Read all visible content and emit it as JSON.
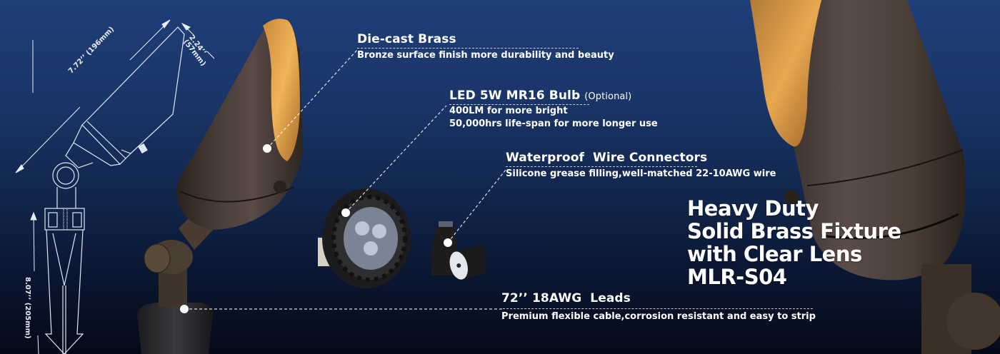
{
  "banner": {
    "headline": {
      "lines": [
        "Heavy Duty",
        "Solid Brass Fixture",
        "with Clear Lens",
        "MLR-S04"
      ]
    },
    "callouts": [
      {
        "title": "Die-cast Brass",
        "subtitle_lines": [
          "Bronze surface finish more durability and beauty"
        ]
      },
      {
        "title": "LED 5W MR16 Bulb",
        "title_suffix": "(Optional)",
        "subtitle_lines": [
          "400LM for more bright",
          "50,000hrs life-span for more longer use"
        ]
      },
      {
        "title": "Waterproof  Wire Connectors",
        "subtitle_lines": [
          "Silicone grease filling,well-matched 22-10AWG wire"
        ]
      },
      {
        "title": "72’’ 18AWG  Leads",
        "subtitle_lines": [
          "Premium flexible cable,corrosion resistant and easy to strip"
        ]
      }
    ],
    "dimensions": {
      "length": "7.72’’ (196mm)",
      "width_in": "2.24’’",
      "width_mm": "(57mm)",
      "stake": "8.07’’ (205mm)"
    },
    "colors": {
      "bg_top": "#1f3f78",
      "bg_bottom": "#050a18",
      "brass_dark": "#3a3028",
      "brass_glow": "#e8a848",
      "text": "#ffffff"
    }
  }
}
